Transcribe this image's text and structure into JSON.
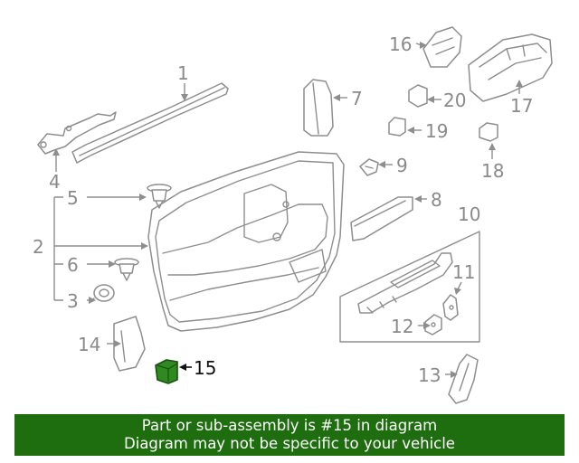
{
  "diagram": {
    "callouts": [
      {
        "id": "1",
        "label": "1"
      },
      {
        "id": "2",
        "label": "2"
      },
      {
        "id": "3",
        "label": "3"
      },
      {
        "id": "4",
        "label": "4"
      },
      {
        "id": "5",
        "label": "5"
      },
      {
        "id": "6",
        "label": "6"
      },
      {
        "id": "7",
        "label": "7"
      },
      {
        "id": "8",
        "label": "8"
      },
      {
        "id": "9",
        "label": "9"
      },
      {
        "id": "10",
        "label": "10"
      },
      {
        "id": "11",
        "label": "11"
      },
      {
        "id": "12",
        "label": "12"
      },
      {
        "id": "13",
        "label": "13"
      },
      {
        "id": "14",
        "label": "14"
      },
      {
        "id": "15",
        "label": "15"
      },
      {
        "id": "16",
        "label": "16"
      },
      {
        "id": "17",
        "label": "17"
      },
      {
        "id": "18",
        "label": "18"
      },
      {
        "id": "19",
        "label": "19"
      },
      {
        "id": "20",
        "label": "20"
      }
    ],
    "highlighted_part": "15",
    "colors": {
      "line": "#8e8e8e",
      "highlight_fill": "#2f8a1f",
      "highlight_stroke": "#1c4f12",
      "banner": "#1e6e0f"
    }
  },
  "banner": {
    "line1": "Part or sub-assembly is #15 in diagram",
    "line2": "Diagram may not be specific to your vehicle"
  }
}
